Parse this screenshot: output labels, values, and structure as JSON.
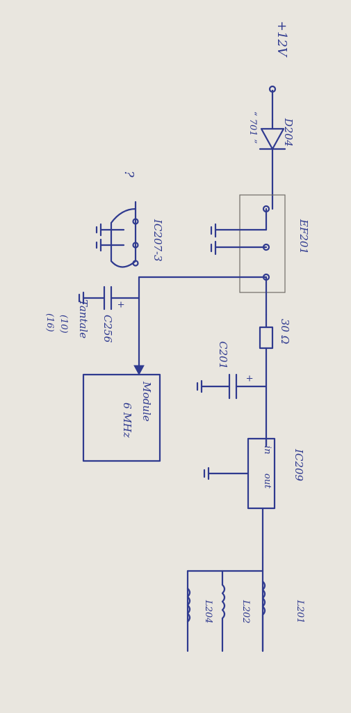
{
  "labels": {
    "supply": "+12V",
    "diode_ref": "D204",
    "diode_note": "“ 701 ”",
    "fuse_ref": "EF201",
    "resistor_val": "30 Ω",
    "cap1_ref": "C201",
    "cap1_polarity": "+",
    "regulator_ref": "IC209",
    "regulator_in": "in",
    "regulator_out": "out",
    "ic207": "IC207-3",
    "question": "?",
    "cap2_ref": "C256",
    "cap2_polarity": "+",
    "cap2_type": "Tantale",
    "cap2_value_a": "(10)",
    "cap2_value_b": "(16)",
    "module_line1": "Module",
    "module_line2": "6 MHz",
    "coil1": "L201",
    "coil2": "L202",
    "coil3": "L204"
  },
  "colors": {
    "ink": "#2f3a8f",
    "paper": "#e9e6df",
    "pencil": "#6f6c66"
  }
}
